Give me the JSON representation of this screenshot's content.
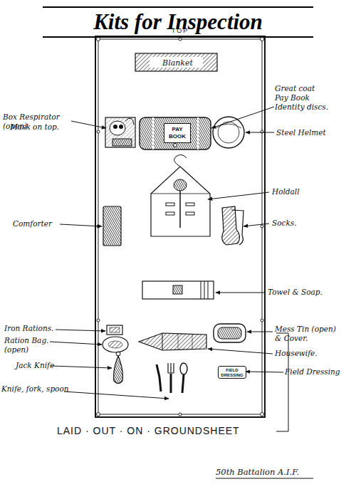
{
  "diagram": {
    "title": "Kits for Inspection",
    "nodes": [
      {
        "text": [
          "TOP"
        ]
      },
      {
        "text": [
          "Blanket"
        ],
        "in": 0
      },
      {
        "text": [
          "PAY BOOK"
        ],
        "in": 0
      },
      {
        "text": [
          "FIELD DRESSING"
        ],
        "in": 0
      }
    ],
    "labels": [
      "Box Respirator (open)",
      "Mask on top.",
      "Great coat Pay Book Identity discs.",
      "Steel Helmet",
      "Comforter",
      "Holdall",
      "Socks.",
      "Towel & Soap.",
      "Iron Rations.",
      "Ration Bag. (open)",
      "Mess Tin (open) & Cover.",
      "Housewife.",
      "Jack Knife",
      "Field Dressing",
      "Knife, fork, spoon",
      "LAID · OUT · ON · GROUNDSHEET",
      "50th Battalion A.I.F."
    ]
  }
}
